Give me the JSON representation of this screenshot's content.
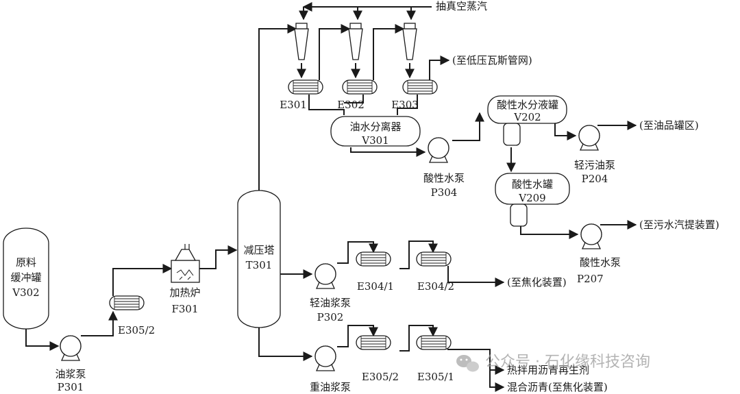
{
  "equipment": {
    "v302": {
      "name_line1": "原料",
      "name_line2": "缓冲罐",
      "tag": "V302"
    },
    "p301": {
      "name": "油浆泵",
      "tag": "P301"
    },
    "e305_2_low": {
      "tag": "E305/2"
    },
    "f301": {
      "name": "加热炉",
      "tag": "F301"
    },
    "t301": {
      "name": "减压塔",
      "tag": "T301"
    },
    "e301": {
      "tag": "E301"
    },
    "e302": {
      "tag": "E302"
    },
    "e303": {
      "tag": "E303"
    },
    "v301": {
      "name": "油水分离器",
      "tag": "V301"
    },
    "p304": {
      "name": "酸性水泵",
      "tag": "P304"
    },
    "v202": {
      "name": "酸性水分液罐",
      "tag": "V202"
    },
    "p204": {
      "name": "轻污油泵",
      "tag": "P204"
    },
    "v209": {
      "name": "酸性水罐",
      "tag": "V209"
    },
    "p207": {
      "name": "酸性水泵",
      "tag": "P207"
    },
    "p302": {
      "name": "轻油浆泵",
      "tag": "P302"
    },
    "e304_1": {
      "tag": "E304/1"
    },
    "e304_2": {
      "tag": "E304/2"
    },
    "p303": {
      "name": "重油浆泵"
    },
    "e305_2_bottom": {
      "tag": "E305/2"
    },
    "e305_1": {
      "tag": "E305/1"
    }
  },
  "streams": {
    "vacuum_steam": "抽真空蒸汽",
    "to_low_pressure_gas": "(至低压瓦斯管网)",
    "to_oil_tank": "(至油品罐区)",
    "to_sour_water_stripper": "(至污水汽提装置)",
    "to_coking_light": "(至焦化装置)",
    "asphalt_regenerant": "热拌用沥青再生剂",
    "mixed_asphalt": "混合沥青(至焦化装置)"
  },
  "watermark": {
    "text": "公众号 · 石化缘科技咨询"
  },
  "colors": {
    "line": "#1a1a1a",
    "background": "#ffffff",
    "watermark": "#9a9a9a"
  }
}
